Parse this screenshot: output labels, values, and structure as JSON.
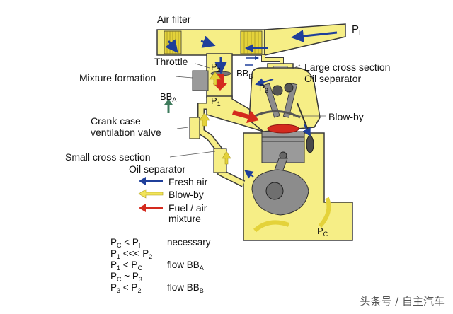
{
  "labels": {
    "air_filter": "Air filter",
    "p_i": "P",
    "p_i_sub": "I",
    "throttle": "Throttle",
    "mixture_formation": "Mixture formation",
    "p2": "P",
    "p2_sub": "2",
    "bbb": "BB",
    "bbb_sub": "B",
    "large_cross_section": "Large cross section",
    "oil_separator_top": "Oil separator",
    "p3": "P",
    "p3_sub": "3",
    "bba": "BB",
    "bba_sub": "A",
    "p1": "P",
    "p1_sub": "1",
    "blow_by": "Blow-by",
    "crank_case": "Crank case",
    "ventilation_valve": "ventilation valve",
    "small_cross_section": "Small cross section",
    "oil_separator_bottom": "Oil separator",
    "pc": "P",
    "pc_sub": "C"
  },
  "legend": [
    {
      "label": "Fresh air",
      "color": "#1f3f9a",
      "icon": "dark-blue-arrow-icon"
    },
    {
      "label": "Blow-by",
      "color": "#f2e45a",
      "icon": "yellow-arrow-icon"
    },
    {
      "label": "Fuel / air",
      "label2": "mixture",
      "color": "#d42a1e",
      "icon": "red-arrow-icon"
    }
  ],
  "equations": [
    {
      "lhs": "P",
      "lhs_sub": "C",
      "op": " < ",
      "rhs": "P",
      "rhs_sub": "I",
      "note": "necessary"
    },
    {
      "lhs": "P",
      "lhs_sub": "1",
      "op": " <<< ",
      "rhs": "P",
      "rhs_sub": "2",
      "note": ""
    },
    {
      "lhs": "P",
      "lhs_sub": "1",
      "op": " < ",
      "rhs": "P",
      "rhs_sub": "C",
      "note": "flow BB",
      "note_sub": "A"
    },
    {
      "lhs": "P",
      "lhs_sub": "C",
      "op": " ~ ",
      "rhs": "P",
      "rhs_sub": "3",
      "note": ""
    },
    {
      "lhs": "P",
      "lhs_sub": "3",
      "op": " < ",
      "rhs": "P",
      "rhs_sub": "2",
      "note": "flow BB",
      "note_sub": "B"
    }
  ],
  "watermark": "头条号 / 自主汽车",
  "colors": {
    "body_fill": "#f6ee86",
    "outline": "#3a3a3a",
    "fresh_air": "#1f3f9a",
    "blow_by": "#f2e45a",
    "fuel_air": "#d42a1e",
    "bba_arrow": "#3e7b5c",
    "metal": "#8c8c8c"
  }
}
